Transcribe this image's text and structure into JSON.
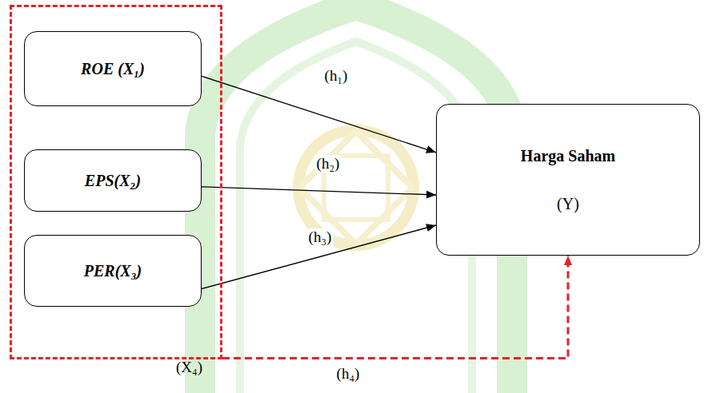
{
  "diagram": {
    "nodes": [
      {
        "text": [
          "(X₄)"
        ]
      },
      {
        "text": [
          "ROE (X₁)"
        ],
        "in": 0
      },
      {
        "text": [
          "EPS(X₂)"
        ],
        "in": 0
      },
      {
        "text": [
          "PER(X₃)"
        ],
        "in": 0
      },
      {
        "text": [
          "Harga Saham",
          "(Y)"
        ]
      }
    ],
    "edges": [
      {
        "from": 1,
        "to": 4,
        "label": "(h₁)",
        "arrow": "to"
      },
      {
        "from": 2,
        "to": 4,
        "label": "(h₂)",
        "arrow": "to"
      },
      {
        "from": 3,
        "to": 4,
        "label": "(h₃)",
        "arrow": "to"
      },
      {
        "from": 0,
        "to": 4,
        "label": "(h₄)",
        "arrow": "to"
      }
    ]
  }
}
